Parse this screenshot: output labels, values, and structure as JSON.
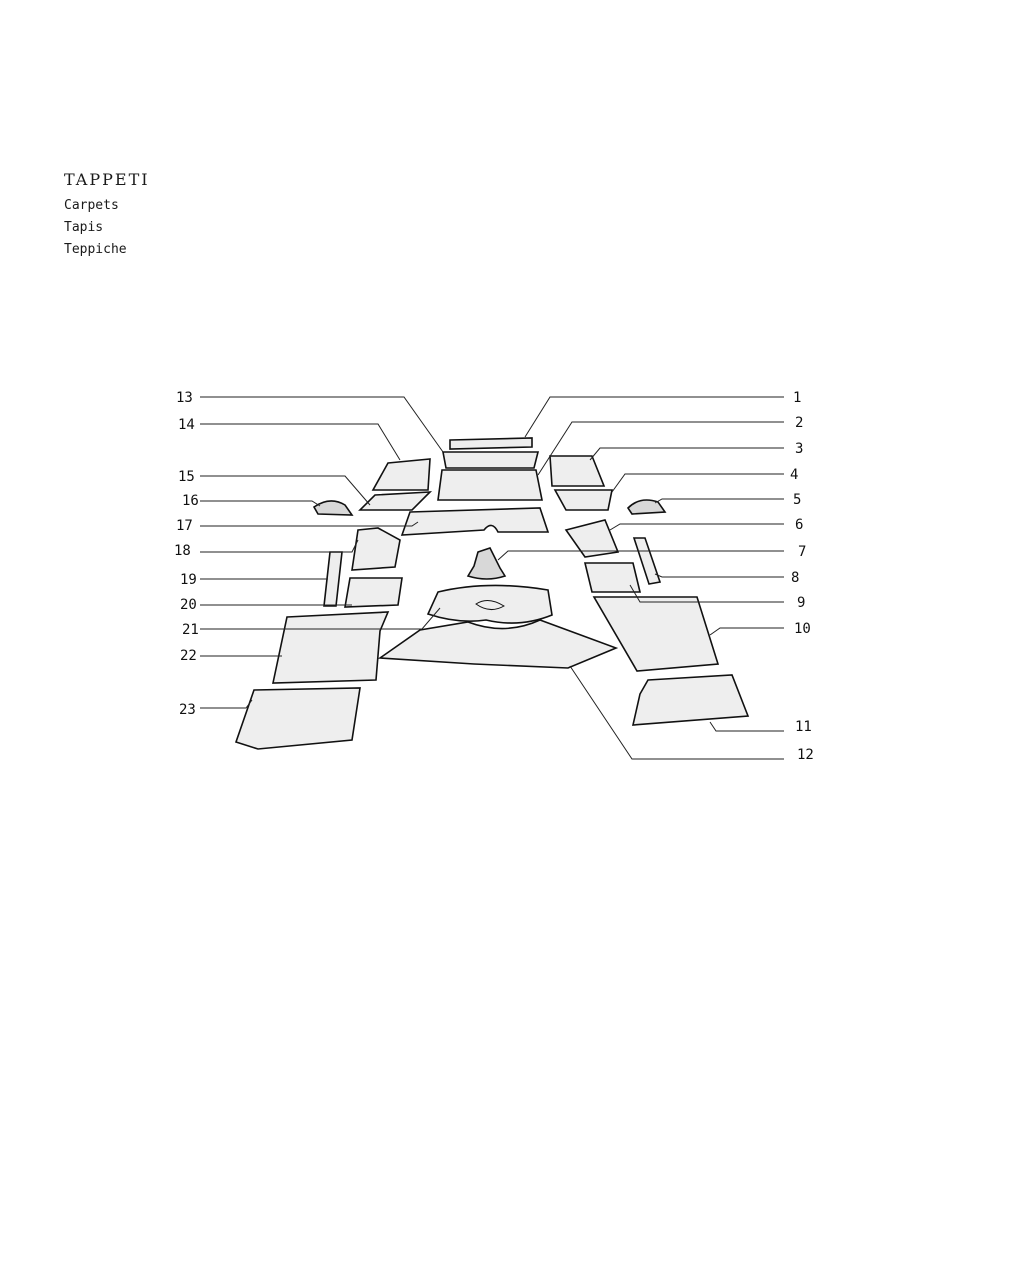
{
  "title": {
    "main": "TAPPETI",
    "en": "Carpets",
    "fr": "Tapis",
    "de": "Teppiche"
  },
  "callouts": [
    "1",
    "2",
    "3",
    "4",
    "5",
    "6",
    "7",
    "8",
    "9",
    "10",
    "11",
    "12",
    "13",
    "14",
    "15",
    "16",
    "17",
    "18",
    "19",
    "20",
    "21",
    "22",
    "23"
  ]
}
